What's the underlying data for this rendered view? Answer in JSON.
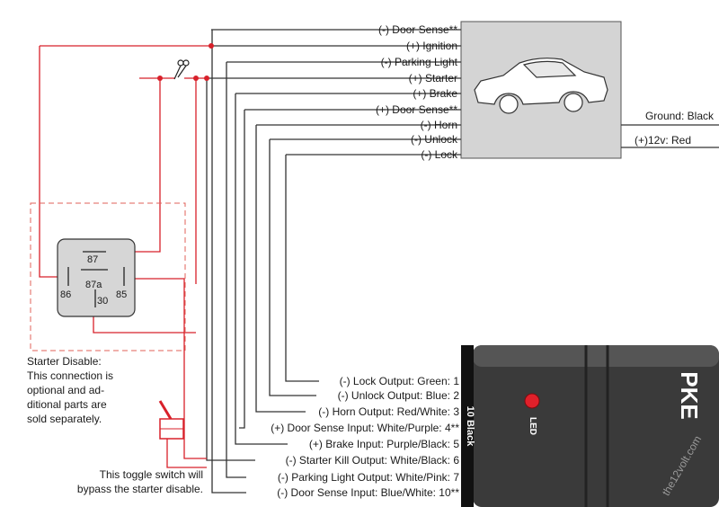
{
  "vehicle_wires": [
    "(-) Door Sense**",
    "(+) Ignition",
    "(-) Parking Light",
    "(+) Starter",
    "(+) Brake",
    "(+) Door Sense**",
    "(-) Horn",
    "(-) Unlock",
    "(-) Lock"
  ],
  "power": {
    "ground": "Ground: Black",
    "twelve_v": "(+)12v: Red"
  },
  "relay": {
    "pin_87": "87",
    "pin_87a": "87a",
    "pin_86": "86",
    "pin_85": "85",
    "pin_30": "30"
  },
  "module": {
    "name": "PKE",
    "led": "LED",
    "connector": "10 Black"
  },
  "outputs": [
    "(-) Lock Output: Green: 1",
    "(-) Unlock Output: Blue: 2",
    "(-) Horn Output: Red/White: 3",
    "(+) Door Sense Input: White/Purple: 4**",
    "(+) Brake Input: Purple/Black: 5",
    "(-) Starter Kill Output: White/Black: 6",
    "(-) Parking Light Output: White/Pink: 7",
    "(-) Door Sense Input: Blue/White: 10**"
  ],
  "notes": {
    "starter_disable": [
      "Starter Disable:",
      "This connection is",
      "optional and ad-",
      "ditional parts are",
      "sold separately."
    ],
    "toggle": [
      "This toggle switch will",
      "bypass the starter disable."
    ]
  },
  "watermark": "the12volt.com",
  "colors": {
    "wire": "#333333",
    "relay_wire": "#d8202a",
    "car_box": "#d4d4d4",
    "module": "#3a3a3a",
    "led": "#e0202a"
  }
}
